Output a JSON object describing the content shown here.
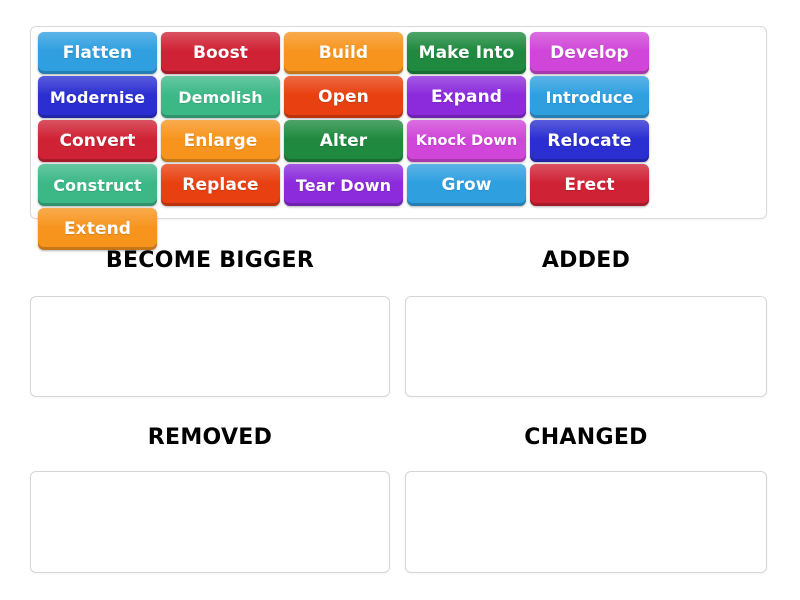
{
  "app": {
    "title": "Group Sort Activity"
  },
  "word_bank": {
    "name": "word-bank",
    "tiles": [
      {
        "label": "Flatten",
        "color": "#2f9fe0",
        "fit": "normal"
      },
      {
        "label": "Boost",
        "color": "#cf2235",
        "fit": "normal"
      },
      {
        "label": "Build",
        "color": "#f7941e",
        "fit": "normal"
      },
      {
        "label": "Make Into",
        "color": "#1f8a3f",
        "fit": "normal"
      },
      {
        "label": "Develop",
        "color": "#d046d8",
        "fit": "normal"
      },
      {
        "label": "Modernise",
        "color": "#2b2fd1",
        "fit": "semi"
      },
      {
        "label": "Demolish",
        "color": "#3cb887",
        "fit": "semi"
      },
      {
        "label": "Open",
        "color": "#e84010",
        "fit": "normal"
      },
      {
        "label": "Expand",
        "color": "#8b2bdc",
        "fit": "normal"
      },
      {
        "label": "Introduce",
        "color": "#2f9fe0",
        "fit": "semi"
      },
      {
        "label": "Convert",
        "color": "#cf2235",
        "fit": "normal"
      },
      {
        "label": "Enlarge",
        "color": "#f7941e",
        "fit": "normal"
      },
      {
        "label": "Alter",
        "color": "#1f8a3f",
        "fit": "normal"
      },
      {
        "label": "Knock Down",
        "color": "#d046d8",
        "fit": "tight"
      },
      {
        "label": "Relocate",
        "color": "#2b2fd1",
        "fit": "normal"
      },
      {
        "label": "Construct",
        "color": "#3cb887",
        "fit": "semi"
      },
      {
        "label": "Replace",
        "color": "#e84010",
        "fit": "normal"
      },
      {
        "label": "Tear Down",
        "color": "#8b2bdc",
        "fit": "semi"
      },
      {
        "label": "Grow",
        "color": "#2f9fe0",
        "fit": "normal"
      },
      {
        "label": "Erect",
        "color": "#cf2235",
        "fit": "normal"
      },
      {
        "label": "Extend",
        "color": "#f7941e",
        "fit": "normal"
      }
    ]
  },
  "categories": [
    {
      "title": "BECOME BIGGER",
      "items": []
    },
    {
      "title": "ADDED",
      "items": []
    },
    {
      "title": "REMOVED",
      "items": []
    },
    {
      "title": "CHANGED",
      "items": []
    }
  ],
  "theme": {
    "page_background": "#ffffff",
    "panel_border": "#d9d9d9",
    "dropzone_border": "#d5d5d5",
    "heading_color": "#000000",
    "tile_text_color": "#ffffff"
  }
}
